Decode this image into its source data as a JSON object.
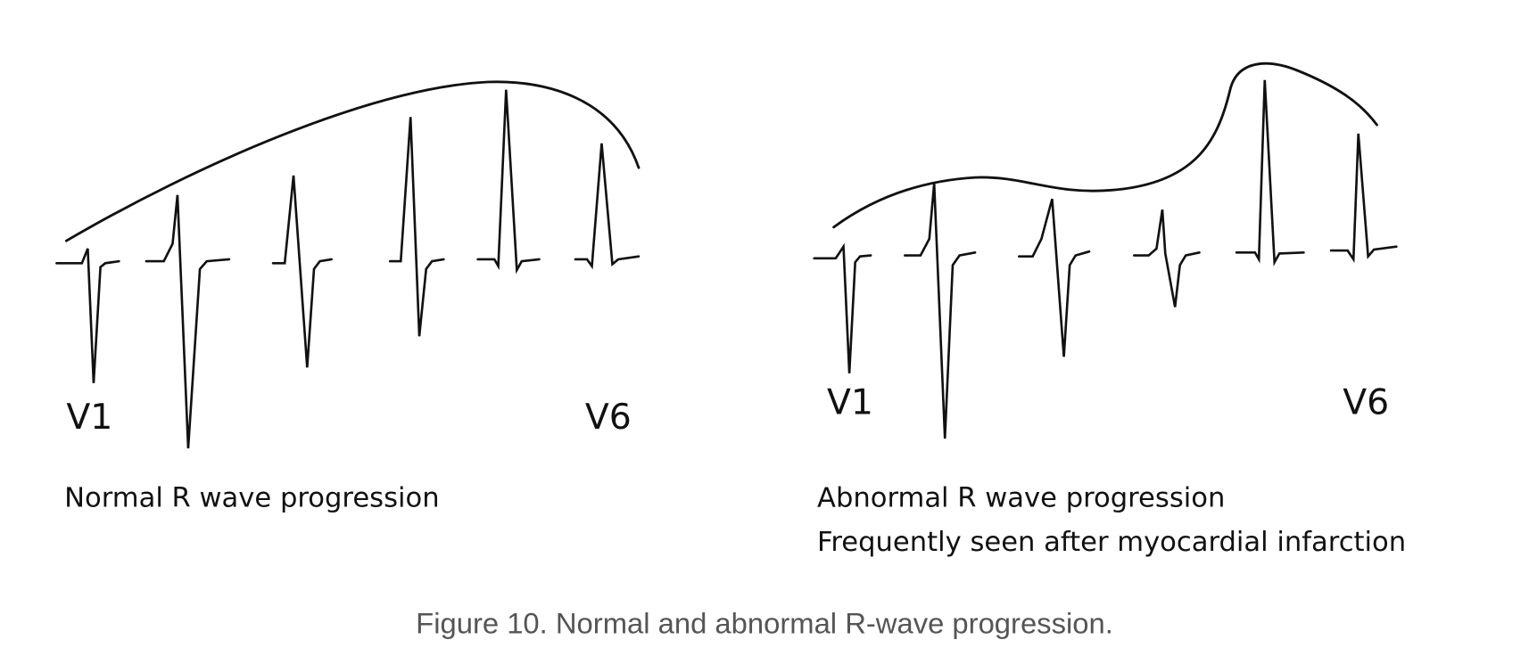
{
  "figure": {
    "caption": "Figure 10. Normal and abnormal R-wave progression."
  },
  "panels": [
    {
      "lead_first": "V1",
      "lead_last": "V6",
      "title": "Normal R wave progression",
      "subtitle": ""
    },
    {
      "lead_first": "V1",
      "lead_last": "V6",
      "title": "Abnormal R wave progression",
      "subtitle": "Frequently seen after myocardial infarction"
    }
  ]
}
